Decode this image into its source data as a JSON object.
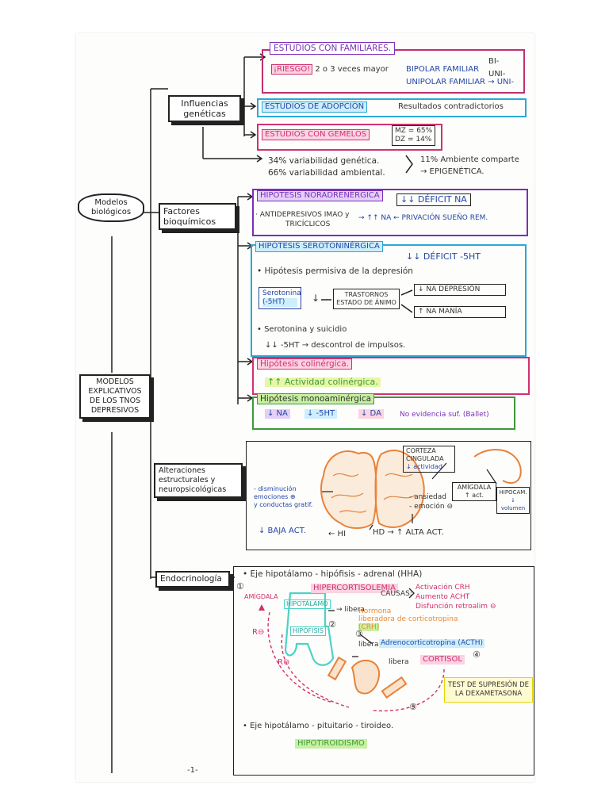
{
  "left": {
    "cloud": "Modelos biológicos",
    "main_box": "MODELOS EXPLICATIVOS DE LOS TNOS DEPRESIVOS"
  },
  "genetic": {
    "title": "Influencias genéticas",
    "familiares": {
      "header": "ESTUDIOS CON FAMILIARES.",
      "riesgo": "¡RIESGO!",
      "riesgo_text": "2 o 3 veces mayor",
      "bipolar": "BIPOLAR FAMILIAR",
      "bi": "BI-",
      "uni": "UNI-",
      "unipolar": "UNIPOLAR FAMILIAR → UNI-"
    },
    "adopcion": {
      "header": "ESTUDIOS DE ADOPCIÓN",
      "text": "Resultados contradictorios"
    },
    "gemelos": {
      "header": "ESTUDIOS CON GEMELOS",
      "mz": "MZ = 65%",
      "dz": "DZ = 14%"
    },
    "variability": {
      "line1": "34% variabilidad genética.",
      "line2": "66% variabilidad ambiental.",
      "right1": "11% Ambiente comparte",
      "right2": "→ EPIGENÉTICA."
    }
  },
  "bio": {
    "title": "Factores bioquímicos",
    "noradrenergica": {
      "header": "HIPÓTESIS NORADRENÉRGICA",
      "deficit": "↓↓ DÉFICIT NA",
      "line_a": "· ANTIDEPRESIVOS IMAO y",
      "line_b": "TRICÍCLICOS",
      "line_c": "→ ↑↑ NA ← PRIVACIÓN SUEÑO REM."
    },
    "serotoninergica": {
      "header": "HIPÓTESIS SEROTONINÉRGICA",
      "deficit": "↓↓ DÉFICIT -5HT",
      "permisiva": "• Hipótesis permisiva de la depresión",
      "serotonina_1": "Serotonina",
      "serotonina_2": "(-5HT)",
      "arrow_down": "↓",
      "trastornos": "TRASTORNOS ESTADO DE ÁNIMO",
      "na_depresion": "↓ NA DEPRESIÓN",
      "na_mania": "↑ NA MANÍA",
      "suicidio": "• Serotonina y suicidio",
      "descontrol": "↓↓ -5HT → descontrol de impulsos."
    },
    "colinergica": {
      "header": "Hipótesis colinérgica.",
      "text": "↑↑ Actividad colinérgica."
    },
    "monoaminergica": {
      "header": "Hipótesis monoaminérgica",
      "na": "↓ NA",
      "sht": "↓ -5HT",
      "da": "↓ DA",
      "note": "No evidencia suf. (Ballet)"
    }
  },
  "struct": {
    "title": "Alteraciones estructurales y neuropsicológicas",
    "left_1": "- disminución",
    "left_2": "emociones ⊕",
    "left_3": "y conductas gratif.",
    "baja": "↓ BAJA ACT.",
    "hi": "← HI",
    "hd": "HD → ↑ ALTA ACT.",
    "ansiedad": "- ansiedad",
    "emocion": "- emoción ⊖",
    "corteza_1": "CORTEZA",
    "corteza_2": "CINGULADA",
    "corteza_3": "↓ actividad",
    "amigdala_1": "AMÍGDALA",
    "amigdala_2": "↑ act.",
    "hipocampo_1": "HIPOCAM.",
    "hipocampo_2": "↓ volumen"
  },
  "endo": {
    "title": "Endocrinología",
    "eje_hha": "• Eje hipotálamo - hipófisis - adrenal (HHA)",
    "hiper": "HIPERCORTISOLEMIA",
    "causas": "CAUSAS:",
    "c1": "Activación CRH",
    "c2": "Aumento ACHT",
    "c3": "Disfunción retroalim ⊖",
    "amigdala": "AMÍGDALA",
    "n1": "①",
    "hipotalamo": "HIPOTÁLAMO",
    "libera1": "→ libera",
    "hormona_1": "Hormona",
    "hormona_2": "liberadora de corticotropina",
    "hormona_3": "(CRH)",
    "n2": "②",
    "hipofisis": "HIPÓFISIS",
    "n3": "③",
    "libera2": "libera",
    "acth": "Adrenocorticotropina (ACTH)",
    "n4": "④",
    "libera3": "libera",
    "cortisol": "CORTISOL",
    "n5": "⑤",
    "r1": "R⊖",
    "r2": "R⊖",
    "test": "TEST DE SUPRESIÓN DE LA DEXAMETASONA",
    "eje_tiroideo": "• Eje hipotálamo - pituitario - tiroideo.",
    "hipotiroidismo": "HIPOTIROIDISMO"
  },
  "page_number": "-1-"
}
